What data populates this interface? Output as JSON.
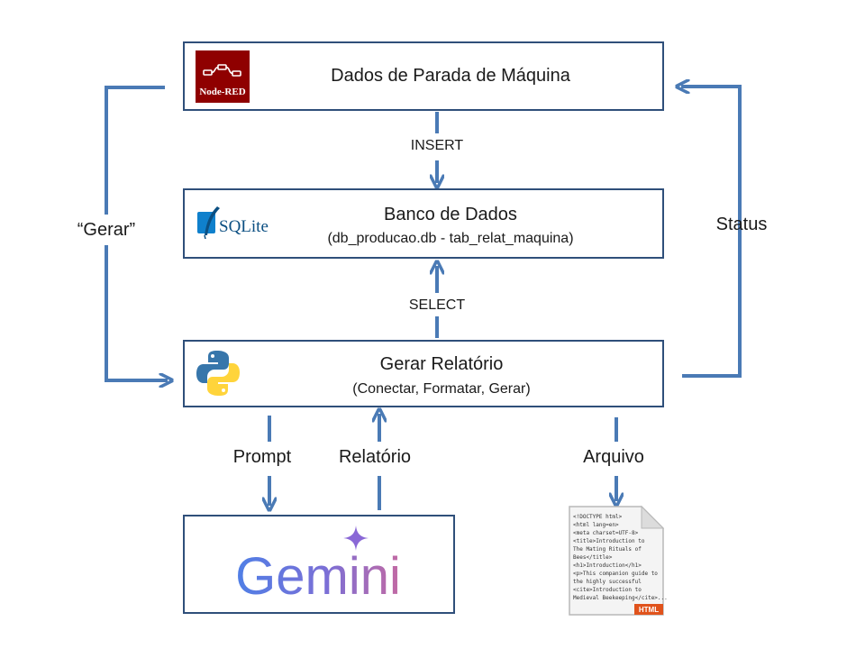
{
  "nodes": {
    "nodered": {
      "title": "Dados de Parada de Máquina",
      "logo_text": "Node-RED",
      "logo_icon": "node-red-flow-icon",
      "logo_color": "#8f0000"
    },
    "sqlite": {
      "title": "Banco de Dados",
      "subtitle": "(db_producao.db - tab_relat_maquina)",
      "logo_text": "SQLite",
      "logo_icon": "sqlite-feather-icon"
    },
    "python": {
      "title": "Gerar Relatório",
      "subtitle": "(Conectar, Formatar, Gerar)",
      "logo_icon": "python-icon"
    },
    "gemini": {
      "logo_text": "Gemini",
      "logo_icon": "gemini-sparkle-icon"
    },
    "html_file": {
      "badge": "HTML",
      "lines": [
        "<!DOCTYPE html>",
        "<html lang=en>",
        "<meta charset=UTF-8>",
        "<title>Introduction to",
        " The Mating Rituals of",
        " Bees</title>",
        "<h1>Introduction</h1>",
        "<p>This companion guide to",
        " the highly successful",
        " <cite>Introduction to",
        " Medieval Beekeeping</cite>..."
      ]
    }
  },
  "edges": {
    "insert": "INSERT",
    "select": "SELECT",
    "gerar": "“Gerar”",
    "status": "Status",
    "prompt": "Prompt",
    "relatorio": "Relatório",
    "arquivo": "Arquivo"
  },
  "colors": {
    "arrow": "#4a7ab5",
    "box_border": "#2f4f7a"
  }
}
